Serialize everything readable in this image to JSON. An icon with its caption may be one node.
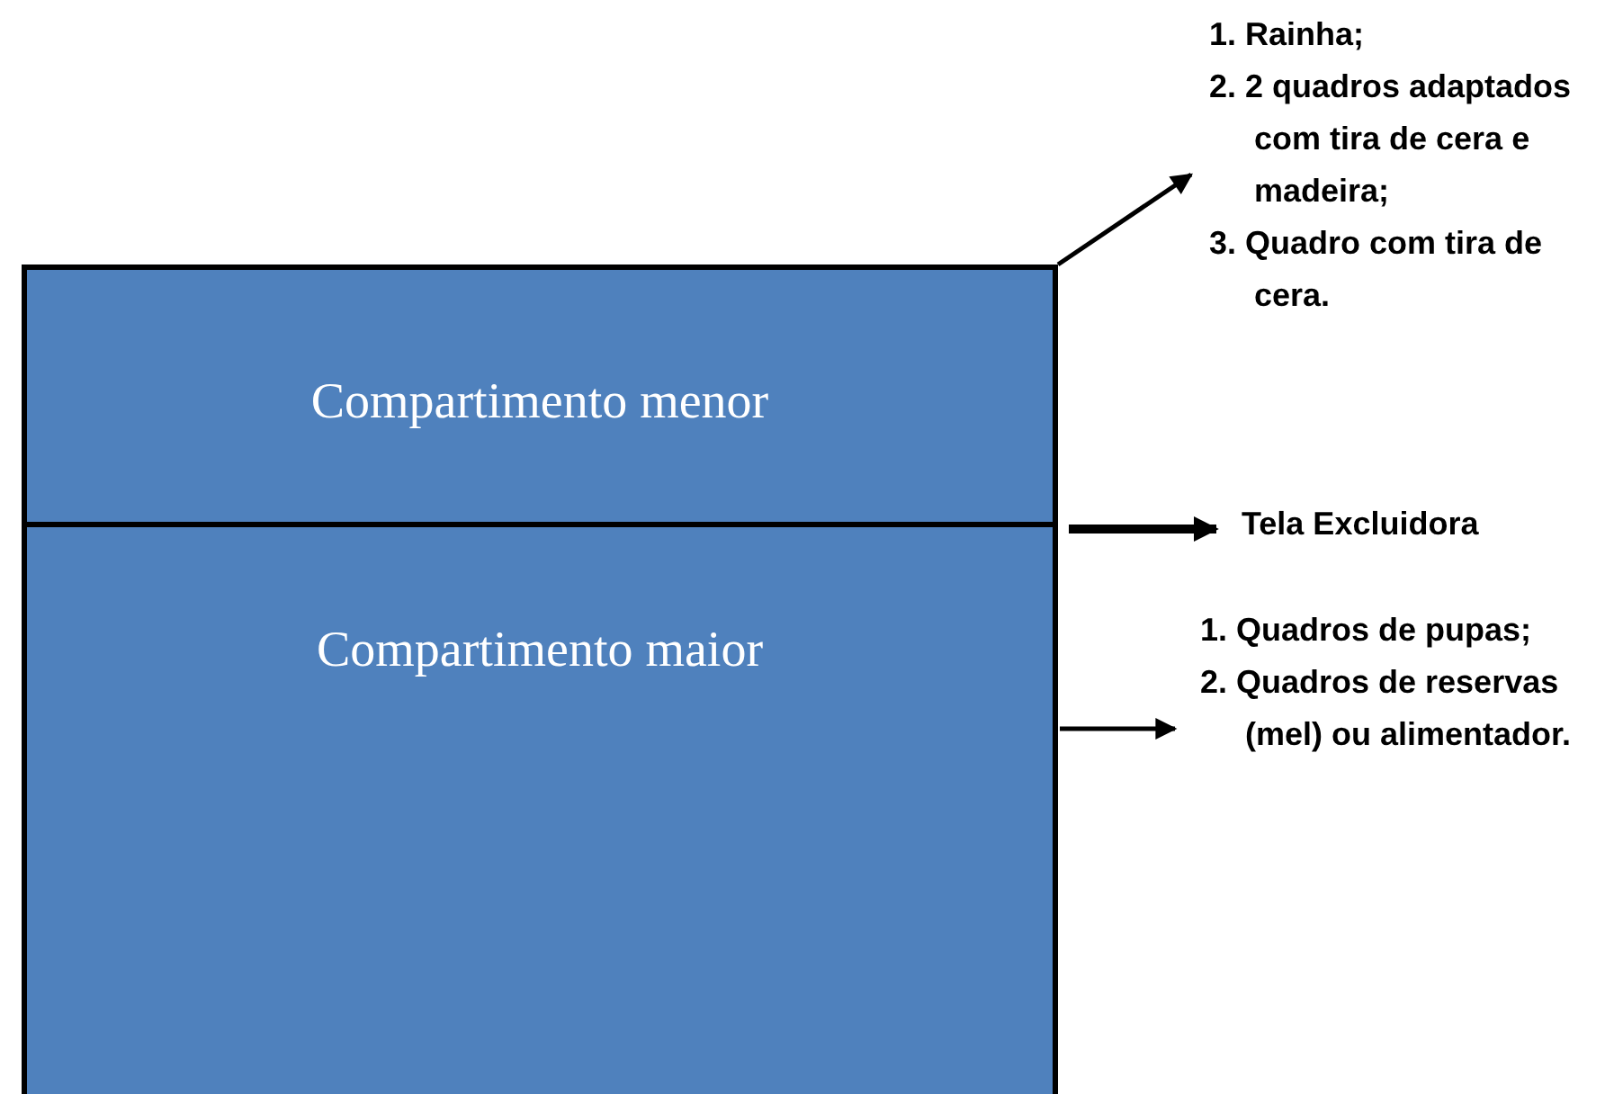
{
  "diagram": {
    "nodes": [
      {
        "text": [
          "Compartimento menor"
        ]
      },
      {
        "text": [
          "Compartimento maior"
        ]
      },
      {
        "text": [
          "1. Rainha;",
          "2. 2 quadros adaptados com tira de cera e madeira;",
          "3. Quadro com tira de cera."
        ]
      },
      {
        "text": [
          "Tela Excluidora"
        ]
      },
      {
        "text": [
          "1. Quadros de pupas;",
          "2. Quadros de reservas (mel) ou alimentador."
        ]
      }
    ],
    "edges": [
      {
        "from": 0,
        "to": 2,
        "arrow": "to"
      },
      {
        "from": 0,
        "to": 3,
        "arrow": "to",
        "style": "thick"
      },
      {
        "from": 1,
        "to": 4,
        "arrow": "to"
      }
    ]
  }
}
